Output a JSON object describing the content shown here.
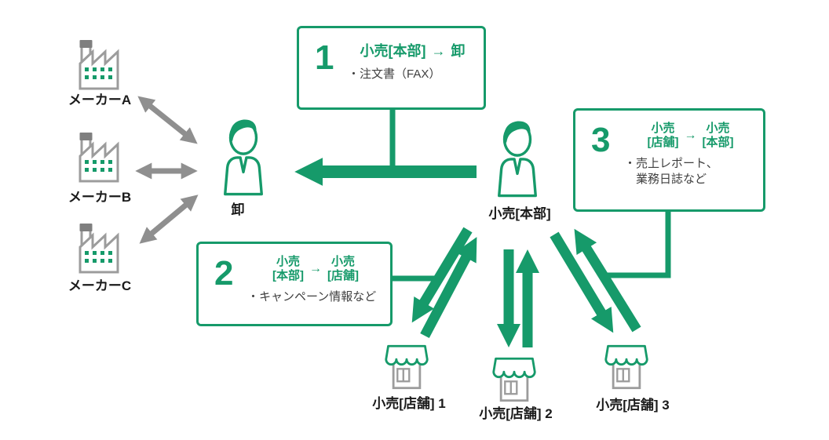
{
  "labels": {
    "manufacturer_a": "メーカーA",
    "manufacturer_b": "メーカーB",
    "manufacturer_c": "メーカーC",
    "wholesaler": "卸",
    "headquarters": "小売[本部]",
    "store_1": "小売[店舗] 1",
    "store_2": "小売[店舗] 2",
    "store_3": "小売[店舗] 3"
  },
  "callouts": [
    {
      "number": "1",
      "from": [
        "小売[本部]"
      ],
      "arrow": "→",
      "to": [
        "卸"
      ],
      "lines": [
        "・注文書（FAX）"
      ]
    },
    {
      "number": "2",
      "from": [
        "小売",
        "[本部]"
      ],
      "arrow": "→",
      "to": [
        "小売",
        "[店舗]"
      ],
      "lines": [
        "・キャンペーン情報など"
      ]
    },
    {
      "number": "3",
      "from": [
        "小売",
        "[店舗]"
      ],
      "arrow": "→",
      "to": [
        "小売",
        "[本部]"
      ],
      "lines": [
        "・売上レポート、",
        "業務日誌など"
      ]
    }
  ],
  "colors": {
    "green": "#169a6a",
    "gray": "#8f8f8f",
    "icon_gray": "#9c9c9c",
    "icon_gray_dark": "#7f7f7f",
    "text": "#1a1a1a",
    "body_text": "#3f3f3f"
  }
}
